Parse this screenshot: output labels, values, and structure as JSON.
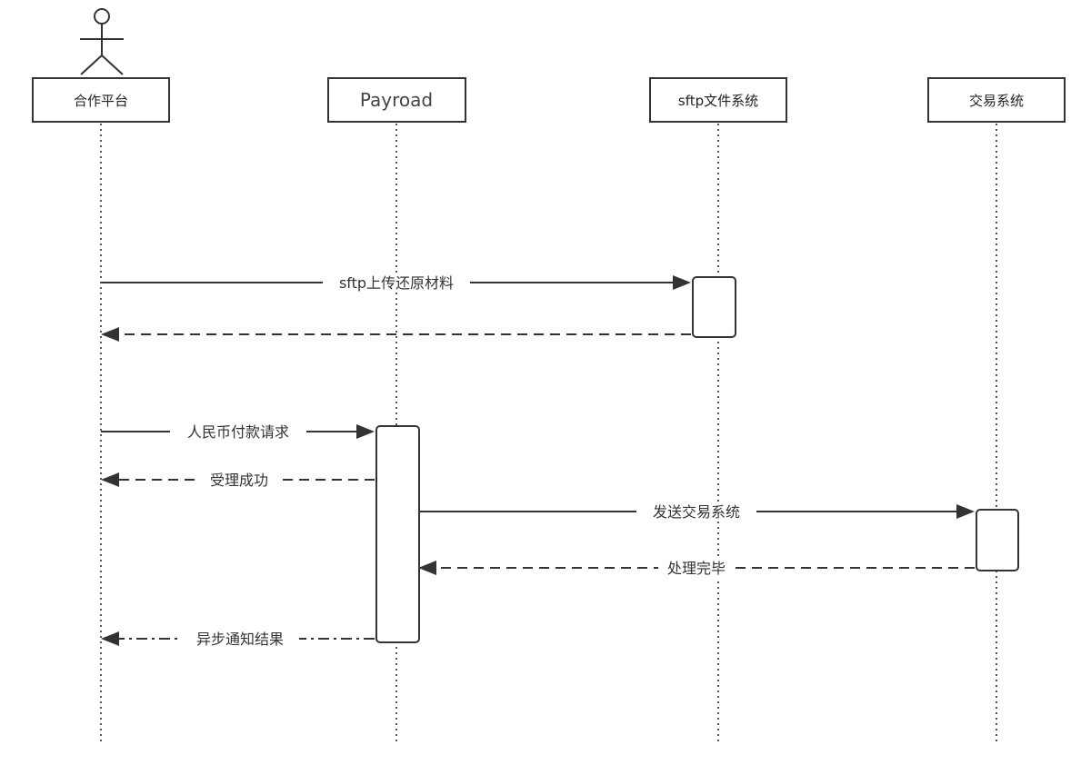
{
  "participants": [
    {
      "id": "partner",
      "label": "合作平台",
      "has_actor_icon": true
    },
    {
      "id": "payroad",
      "label": "Payroad"
    },
    {
      "id": "sftp",
      "label": "sftp文件系统"
    },
    {
      "id": "trade",
      "label": "交易系统"
    }
  ],
  "messages": [
    {
      "id": "m1",
      "from": "partner",
      "to": "sftp",
      "label": "sftp上传还原材料",
      "style": "solid"
    },
    {
      "id": "m2",
      "from": "sftp",
      "to": "partner",
      "label": "",
      "style": "dashed"
    },
    {
      "id": "m3",
      "from": "partner",
      "to": "payroad",
      "label": "人民币付款请求",
      "style": "solid"
    },
    {
      "id": "m4",
      "from": "payroad",
      "to": "partner",
      "label": "受理成功",
      "style": "dashed"
    },
    {
      "id": "m5",
      "from": "payroad",
      "to": "trade",
      "label": "发送交易系统",
      "style": "solid"
    },
    {
      "id": "m6",
      "from": "trade",
      "to": "payroad",
      "label": "处理完毕",
      "style": "dashed"
    },
    {
      "id": "m7",
      "from": "payroad",
      "to": "partner",
      "label": "异步通知结果",
      "style": "dashdot"
    }
  ],
  "colors": {
    "stroke": "#333333",
    "background": "#ffffff"
  }
}
